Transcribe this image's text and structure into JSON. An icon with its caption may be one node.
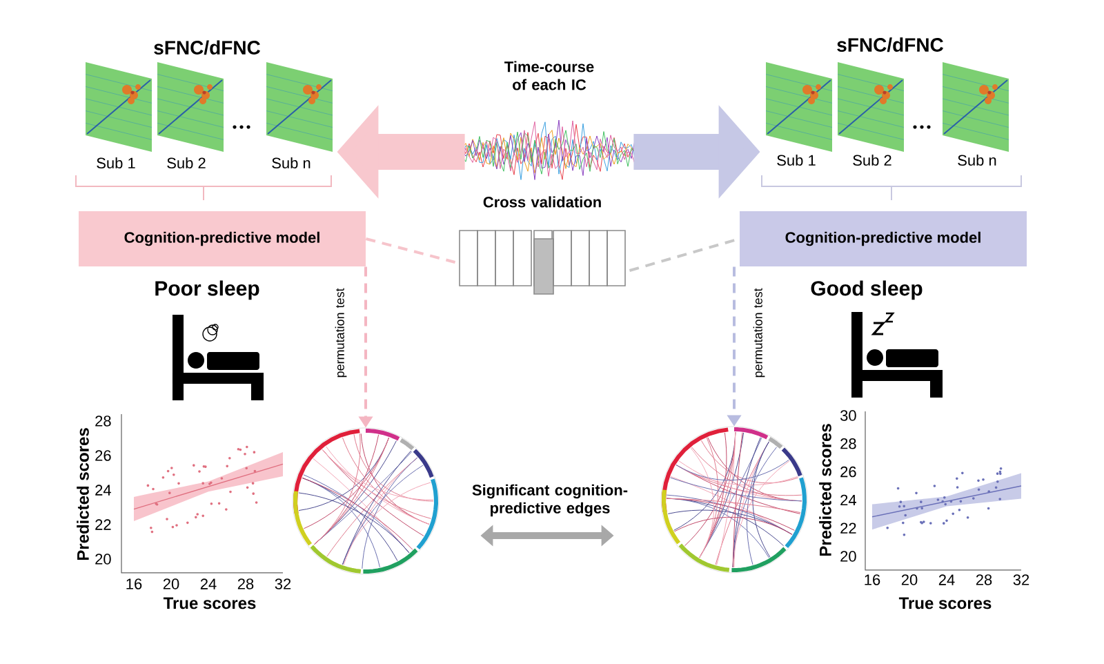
{
  "diagram": {
    "nodes": [
      {
        "text": [
          "sFNC/dFNC"
        ]
      },
      {
        "text": [
          "Time-course of each IC"
        ]
      },
      {
        "text": [
          "sFNC/dFNC"
        ]
      },
      {
        "text": [
          "Cognition-predictive model"
        ],
        "beside": [
          "Poor sleep"
        ]
      },
      {
        "text": [
          "Cross validation"
        ]
      },
      {
        "text": [
          "Cognition-predictive model"
        ],
        "beside": [
          "Good sleep"
        ]
      },
      {
        "text": [],
        "shape": "circle"
      },
      {
        "text": [],
        "shape": "circle"
      }
    ],
    "edges": [
      {
        "from": 1,
        "to": 0,
        "arrow": "to",
        "style": "thick",
        "color": "#f8c8ce"
      },
      {
        "from": 1,
        "to": 2,
        "arrow": "to",
        "style": "thick",
        "color": "#c6c8e6"
      },
      {
        "from": 3,
        "to": 4,
        "arrow": "none",
        "style": "dashed",
        "color": "#f6c4cb"
      },
      {
        "from": 4,
        "to": 5,
        "arrow": "none",
        "style": "dashed",
        "color": "#c8c8c8"
      },
      {
        "from": 3,
        "to": 6,
        "arrow": "to",
        "style": "dashed",
        "color": "#f4b6c2",
        "label": "permutation test"
      },
      {
        "from": 5,
        "to": 7,
        "arrow": "to",
        "style": "dashed",
        "color": "#b8bce0",
        "label": "permutation test"
      },
      {
        "from": 6,
        "to": 7,
        "arrow": "both",
        "style": "thick",
        "color": "#a8a8a8",
        "label": "Significant cognition-predictive edges"
      }
    ],
    "labels": [
      "Sub 1",
      "Sub 2",
      "Sub n",
      "Sub 1",
      "Sub 2",
      "Sub n",
      "28",
      "26",
      "24",
      "22",
      "20",
      "16",
      "20",
      "24",
      "28",
      "32",
      "Predicted scores",
      "True scores",
      "30",
      "28",
      "26",
      "24",
      "22",
      "20",
      "16",
      "20",
      "24",
      "28",
      "32",
      "Predicted scores",
      "True scores"
    ]
  }
}
